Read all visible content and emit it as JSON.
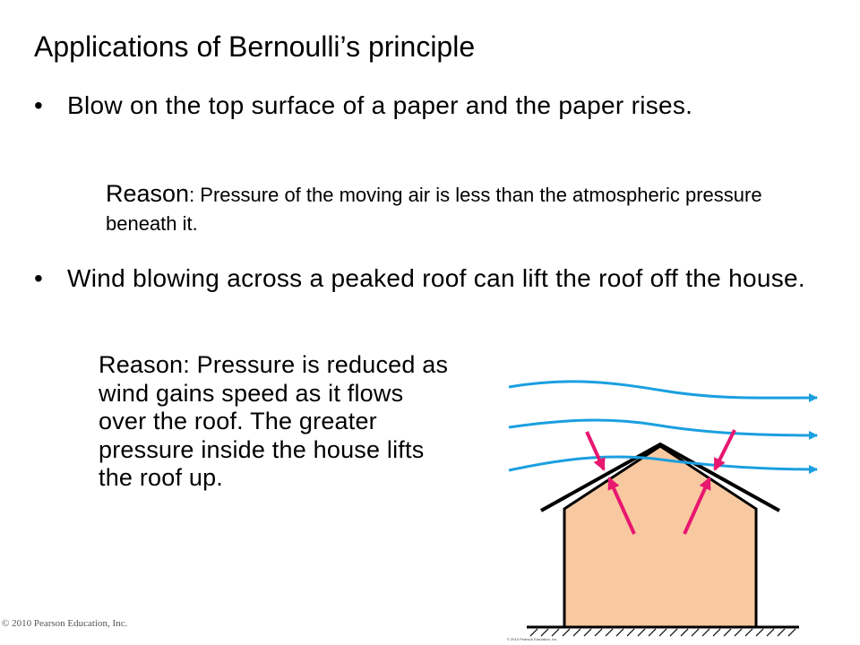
{
  "slide": {
    "title": "Applications of Bernoulli’s principle",
    "bullet_symbol": "•",
    "bullets": [
      {
        "text": "Blow on the top surface of a paper and the paper rises."
      },
      {
        "text": "Wind blowing across a peaked roof can lift the roof off the house."
      }
    ],
    "reason1": {
      "lead": "Reason",
      "rest": ": Pressure of the moving air is less than the atmospheric pressure beneath it."
    },
    "reason2": "Reason: Pressure is reduced as wind gains speed as it flows over the roof. The greater pressure inside the house lifts the roof up.",
    "copyright": "© 2010 Pearson Education, Inc."
  },
  "figure": {
    "credit": "© 2010 Pearson Education, Inc.",
    "colors": {
      "wind": "#1a9fe0",
      "force_arrows": "#e8176f",
      "house_fill": "#f8c9a0",
      "outline": "#000000"
    }
  }
}
